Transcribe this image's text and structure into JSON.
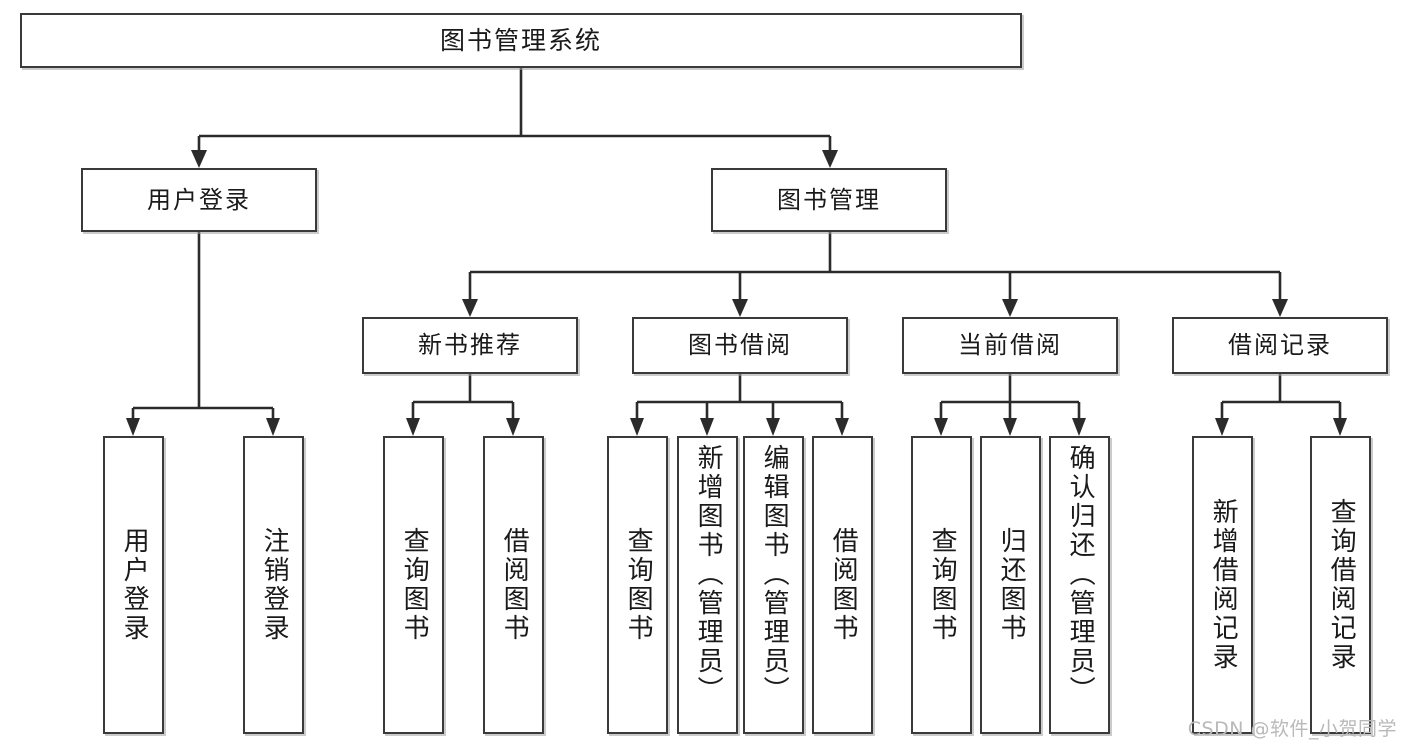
{
  "diagram": {
    "title": "图书管理系统",
    "type": "tree",
    "watermark": "CSDN @软件_小贺同学",
    "colors": {
      "box_border": "#3a3a3a",
      "box_fill": "#ffffff",
      "edge": "#2b2b2b",
      "text": "#1a1a1a",
      "watermark": "#b9b9b9",
      "background": "#ffffff"
    },
    "nodes": {
      "root": {
        "label": "图书管理系统"
      },
      "tier2": [
        {
          "id": "user-login",
          "label": "用户登录"
        },
        {
          "id": "book-manage",
          "label": "图书管理"
        }
      ],
      "tier3": [
        {
          "id": "new-book-recommend",
          "label": "新书推荐"
        },
        {
          "id": "book-borrow",
          "label": "图书借阅"
        },
        {
          "id": "current-borrow",
          "label": "当前借阅"
        },
        {
          "id": "borrow-record",
          "label": "借阅记录"
        }
      ],
      "leaves": {
        "user-login": [
          {
            "id": "leaf-user-login",
            "label": "用户登录"
          },
          {
            "id": "leaf-logout-login",
            "label": "注销登录"
          }
        ],
        "new-book-recommend": [
          {
            "id": "leaf-query-book-1",
            "label": "查询图书"
          },
          {
            "id": "leaf-borrow-book-1",
            "label": "借阅图书"
          }
        ],
        "book-borrow": [
          {
            "id": "leaf-query-book-2",
            "label": "查询图书"
          },
          {
            "id": "leaf-add-book",
            "label": "新增图书（管理员）"
          },
          {
            "id": "leaf-edit-book",
            "label": "编辑图书（管理员）"
          },
          {
            "id": "leaf-borrow-book-2",
            "label": "借阅图书"
          }
        ],
        "current-borrow": [
          {
            "id": "leaf-query-book-3",
            "label": "查询图书"
          },
          {
            "id": "leaf-return-book",
            "label": "归还图书"
          },
          {
            "id": "leaf-confirm-return",
            "label": "确认归还（管理员）"
          }
        ],
        "borrow-record": [
          {
            "id": "leaf-add-record",
            "label": "新增借阅记录"
          },
          {
            "id": "leaf-query-record",
            "label": "查询借阅记录"
          }
        ]
      }
    }
  }
}
